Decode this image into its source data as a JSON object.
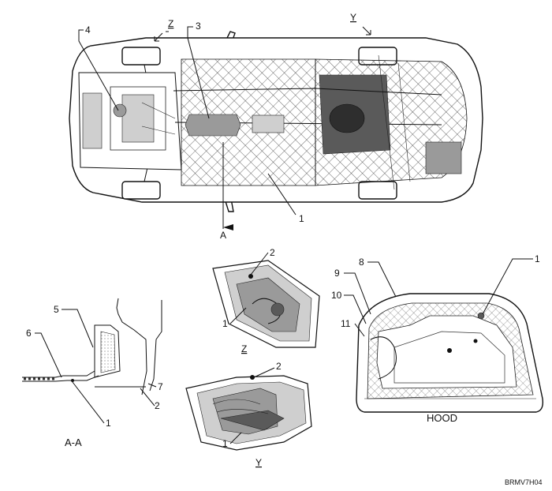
{
  "labels": {
    "view_z": "Z",
    "view_y": "Y",
    "section_a": "A",
    "section_aa": "A-A",
    "hood": "HOOD",
    "figure_code": "BRMV7H04"
  },
  "callouts": {
    "c1": "1",
    "c2": "2",
    "c3": "3",
    "c4": "4",
    "c5": "5",
    "c6": "6",
    "c7": "7",
    "c8": "8",
    "c9": "9",
    "c10": "10",
    "c11": "11"
  }
}
